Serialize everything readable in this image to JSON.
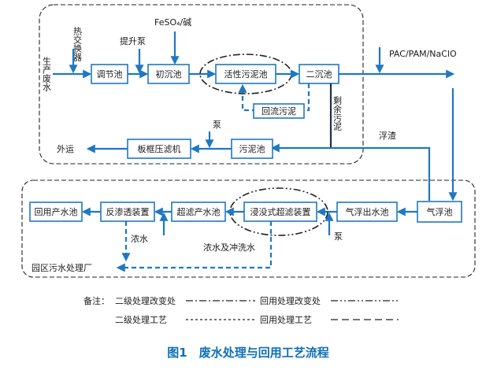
{
  "title": "图1　废水处理与回用工艺流程",
  "inputs": {
    "source": "生产废水",
    "heat_exchanger": "热交换器",
    "lift_pump": "提升泵",
    "chemicals": "FeSO₄/碱",
    "pac": "PAC/PAM/NaClO",
    "return_sludge": "回流污泥",
    "excess_sludge": "剩余污泥",
    "scum": "浮渣",
    "pump_top": "泵",
    "pump_bottom": "泵",
    "external_transport": "外运",
    "concentrate": "浓水",
    "concentrate_wash": "浓水及冲洗水",
    "park_plant": "园区污水处理厂"
  },
  "units": {
    "regulating": "调节池",
    "primary": "初沉池",
    "activated": "活性污泥池",
    "secondary": "二沉池",
    "sludge": "污泥池",
    "filterpress": "板框压滤机",
    "flotation": "气浮池",
    "flot_out": "气浮出水池",
    "uf": "浸没式超滤装置",
    "uf_out": "超滤产水池",
    "ro": "反渗透装置",
    "reuse": "回用产水池"
  },
  "legend": {
    "note": "备注：",
    "l1": "二级处理改变处",
    "l2": "回用处理改变处",
    "l3": "二级处理工艺",
    "l4": "回用处理工艺"
  }
}
